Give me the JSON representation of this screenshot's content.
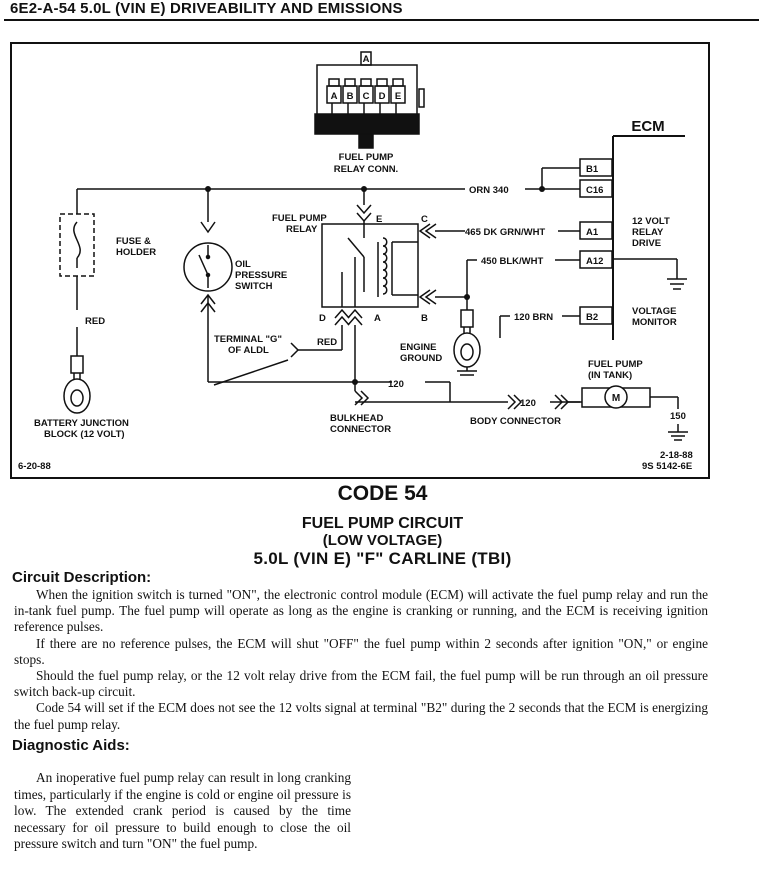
{
  "header": {
    "title": "6E2-A-54  5.0L (VIN E)  DRIVEABILITY AND EMISSIONS"
  },
  "diagram": {
    "connector_pin_top": "A",
    "connector_pins": [
      "A",
      "B",
      "C",
      "D",
      "E"
    ],
    "relay_conn_line1": "FUEL PUMP",
    "relay_conn_line2": "RELAY CONN.",
    "ecm": "ECM",
    "ecm_pins": [
      "B1",
      "C16",
      "A1",
      "A12",
      "B2"
    ],
    "wire_orn": "ORN 340",
    "wire_465": "465 DK GRN/WHT",
    "wire_450": "450 BLK/WHT",
    "wire_120brn": "120 BRN",
    "wire_red1": "RED",
    "wire_red2": "RED",
    "wire_120a": "120",
    "wire_120b": "120",
    "wire_150": "150",
    "relay_drive": [
      "12 VOLT",
      "RELAY",
      "DRIVE"
    ],
    "voltage_monitor": [
      "VOLTAGE",
      "MONITOR"
    ],
    "fuse": [
      "FUSE &",
      "HOLDER"
    ],
    "oil_switch": [
      "OIL",
      "PRESSURE",
      "SWITCH"
    ],
    "relay_label": [
      "FUEL PUMP",
      "RELAY"
    ],
    "relay_terms": {
      "e": "E",
      "c": "C",
      "d": "D",
      "a": "A",
      "b": "B"
    },
    "terminal_g": [
      "TERMINAL \"G\"",
      "OF ALDL"
    ],
    "engine_ground": [
      "ENGINE",
      "GROUND"
    ],
    "fuel_pump_tank": [
      "FUEL PUMP",
      "(IN TANK)"
    ],
    "motor": "M",
    "bulkhead": [
      "BULKHEAD",
      "CONNECTOR"
    ],
    "body_connector": "BODY CONNECTOR",
    "battery": [
      "BATTERY JUNCTION",
      "BLOCK (12 VOLT)"
    ],
    "date_left": "6-20-88",
    "date_right": "2-18-88",
    "doc_number": "9S 5142-6E"
  },
  "titles": {
    "code": "CODE 54",
    "line1": "FUEL PUMP CIRCUIT",
    "line2": "(LOW VOLTAGE)",
    "line3": "5.0L  (VIN E)  \"F\"  CARLINE  (TBI)"
  },
  "circuit_description": {
    "heading": "Circuit Description:",
    "paragraphs": [
      "When the ignition switch is turned \"ON\", the electronic control module (ECM) will activate the fuel pump relay and run the in-tank fuel pump. The fuel pump will operate as long as the engine is cranking or running, and the ECM is receiving ignition reference pulses.",
      "If there are no reference pulses, the ECM will shut \"OFF\" the fuel pump within 2 seconds after ignition \"ON,\" or engine stops.",
      "Should the fuel pump relay, or the 12 volt relay drive from the ECM fail, the fuel pump will be run through an oil pressure switch back-up circuit.",
      "Code 54 will set if the ECM does not see the 12 volts signal at terminal \"B2\" during the 2 seconds that the ECM is energizing the fuel pump relay."
    ]
  },
  "diagnostic_aids": {
    "heading": "Diagnostic Aids:",
    "paragraph": "An inoperative fuel pump relay can result in long cranking times, particularly if the engine is cold or engine oil pressure is low. The extended crank period is caused by the time necessary for oil pressure to build enough to close the oil pressure switch and turn \"ON\" the fuel pump."
  }
}
